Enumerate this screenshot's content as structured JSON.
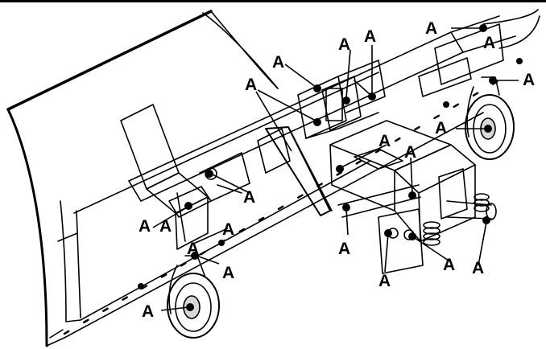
{
  "colors": {
    "ink": "#000000",
    "paper": "#ffffff",
    "shade": "#d8d8d8"
  },
  "callouts": [
    {
      "label": "A"
    },
    {
      "label": "A"
    },
    {
      "label": "A"
    },
    {
      "label": "A"
    },
    {
      "label": "A"
    },
    {
      "label": "A"
    },
    {
      "label": "A"
    },
    {
      "label": "A"
    },
    {
      "label": "A"
    },
    {
      "label": "A"
    },
    {
      "label": "A"
    },
    {
      "label": "A"
    },
    {
      "label": "A"
    },
    {
      "label": "A"
    },
    {
      "label": "A"
    },
    {
      "label": "A"
    },
    {
      "label": "A"
    },
    {
      "label": "A"
    },
    {
      "label": "A"
    },
    {
      "label": "A"
    },
    {
      "label": "A"
    }
  ]
}
